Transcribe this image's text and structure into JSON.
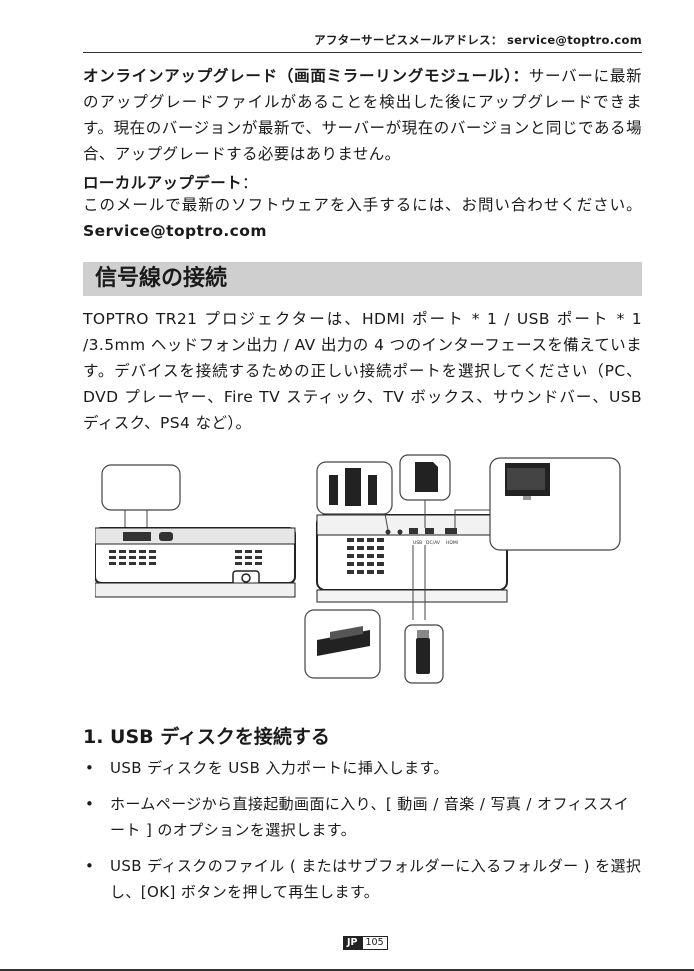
{
  "header": {
    "text": "アフターサービスメールアドレス： service@toptro.com"
  },
  "online_upgrade": {
    "title": "オンラインアップグレード（画面ミラーリングモジュール）：",
    "body": "サーバーに最新のアップグレードファイルがあることを検出した後にアップグレードできます。現在のバージョンが最新で、サーバーが現在のバージョンと同じである場合、アップグレードする必要はありません。"
  },
  "local_update": {
    "title": "ローカルアップデート",
    "colon": "：",
    "body": "このメールで最新のソフトウェアを入手するには、お問い合わせください。",
    "email": "Service@toptro.com"
  },
  "section": {
    "title": "信号線の接続",
    "body": "TOPTRO TR21 プロジェクターは、HDMI ポート * 1 / USB ポート * 1 /3.5mm ヘッドフォン出力 / AV 出力の 4 つのインターフェースを備えています。デバイスを接続するための正しい接続ポートを選択してください（PC、DVD プレーヤー、Fire TV スティック、TV ボックス、サウンドバー、USB ディスク、PS4 など）。"
  },
  "diagram": {
    "port_labels": [
      "USB",
      "DC/AV",
      "HDMI"
    ],
    "power_symbol": "⊙"
  },
  "usb_section": {
    "title": "1. USB ディスクを接続する",
    "bullets": [
      "USB ディスクを USB 入力ポートに挿入します。",
      "ホームページから直接起動画面に入り、[ 動画 / 音楽 / 写真 / オフィススイート ] のオプションを選択します。",
      "USB ディスクのファイル ( またはサブフォルダーに入るフォルダー ) を選択し、[OK] ボタンを押して再生します。"
    ]
  },
  "footer": {
    "lang": "JP",
    "page": "105"
  }
}
